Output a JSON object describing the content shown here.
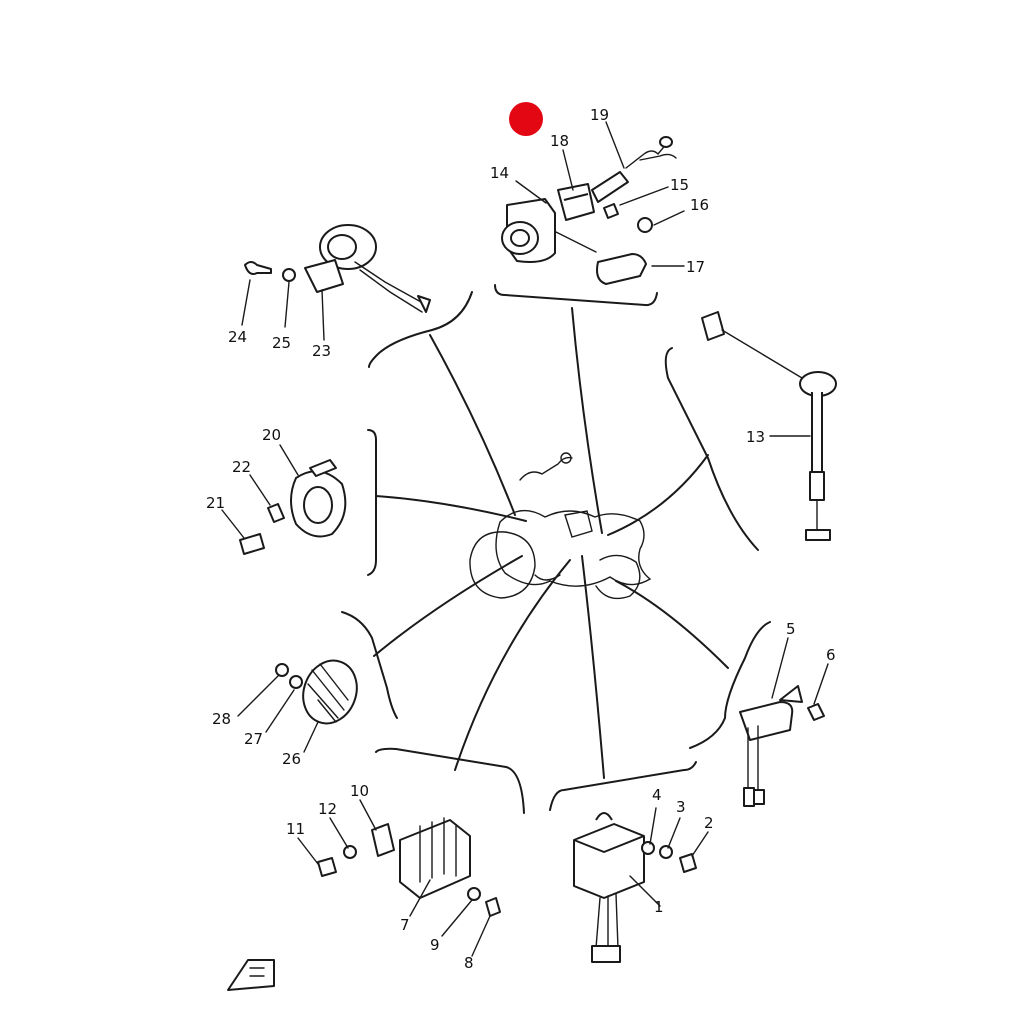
{
  "diagram": {
    "marker_color": "#e30613",
    "line_color": "#1a1a1a",
    "labels": [
      {
        "id": "1",
        "text": "1"
      },
      {
        "id": "2",
        "text": "2"
      },
      {
        "id": "3",
        "text": "3"
      },
      {
        "id": "4",
        "text": "4"
      },
      {
        "id": "5",
        "text": "5"
      },
      {
        "id": "6",
        "text": "6"
      },
      {
        "id": "7",
        "text": "7"
      },
      {
        "id": "8",
        "text": "8"
      },
      {
        "id": "9",
        "text": "9"
      },
      {
        "id": "10",
        "text": "10"
      },
      {
        "id": "11",
        "text": "11"
      },
      {
        "id": "12",
        "text": "12"
      },
      {
        "id": "13",
        "text": "13"
      },
      {
        "id": "14",
        "text": "14"
      },
      {
        "id": "15",
        "text": "15"
      },
      {
        "id": "16",
        "text": "16"
      },
      {
        "id": "17",
        "text": "17"
      },
      {
        "id": "18",
        "text": "18"
      },
      {
        "id": "19",
        "text": "19"
      },
      {
        "id": "20",
        "text": "20"
      },
      {
        "id": "21",
        "text": "21"
      },
      {
        "id": "22",
        "text": "22"
      },
      {
        "id": "23",
        "text": "23"
      },
      {
        "id": "24",
        "text": "24"
      },
      {
        "id": "25",
        "text": "25"
      },
      {
        "id": "26",
        "text": "26"
      },
      {
        "id": "27",
        "text": "27"
      },
      {
        "id": "28",
        "text": "28"
      }
    ]
  }
}
